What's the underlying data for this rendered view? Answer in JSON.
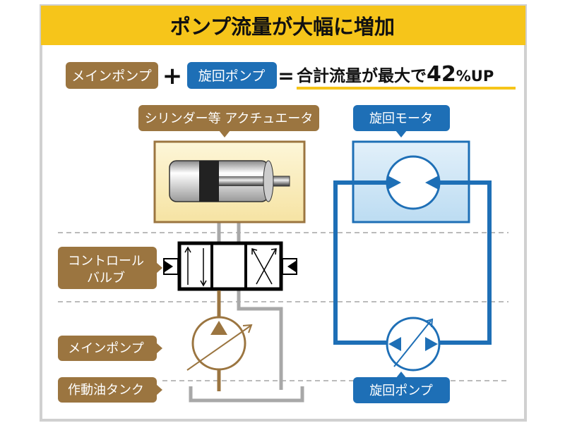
{
  "title": "ポンプ流量が大幅に増加",
  "equation": {
    "main_pump": "メインポンプ",
    "plus": "+",
    "swing_pump": "旋回ポンプ",
    "equals": "=",
    "result_text": "合計流量が最大で",
    "result_value": "42",
    "result_unit": "%UP"
  },
  "labels": {
    "actuator": "シリンダー等 アクチュエータ",
    "swing_motor": "旋回モータ",
    "control_valve_line1": "コントロール",
    "control_valve_line2": "バルブ",
    "main_pump": "メインポンプ",
    "tank": "作動油タンク",
    "swing_pump": "旋回ポンプ"
  },
  "colors": {
    "header": "#f6c51a",
    "brown": "#9b7540",
    "blue": "#1e6fb6",
    "pipe_gray": "#a8a8a8"
  }
}
